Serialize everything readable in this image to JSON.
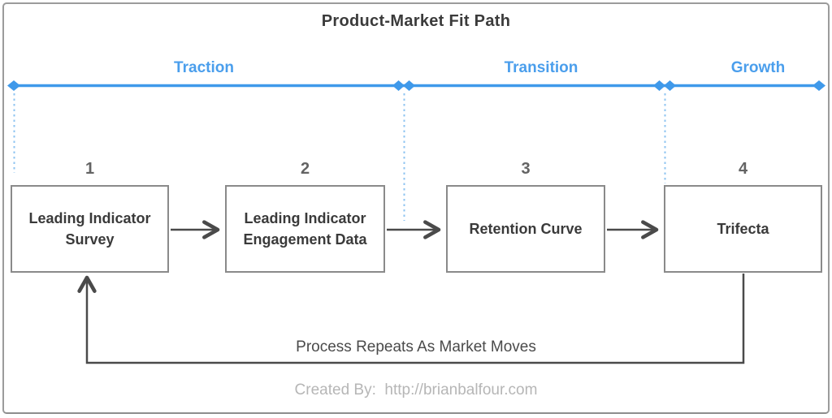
{
  "title": "Product-Market Fit Path",
  "timeline": {
    "phases": [
      {
        "label": "Traction"
      },
      {
        "label": "Transition"
      },
      {
        "label": "Growth"
      }
    ]
  },
  "steps": [
    {
      "number": "1",
      "label": "Leading Indicator\nSurvey"
    },
    {
      "number": "2",
      "label": "Leading Indicator\nEngagement Data"
    },
    {
      "number": "3",
      "label": "Retention Curve"
    },
    {
      "number": "4",
      "label": "Trifecta"
    }
  ],
  "loop_label": "Process Repeats As Market Moves",
  "footer": "Created By:  http://brianbalfour.com",
  "colors": {
    "accent_blue": "#3f99ea",
    "dotted_blue": "#8fc4f1",
    "line_dark": "#4a4a4a",
    "box_border": "#8a8a8a",
    "text_dark": "#3a3a3a",
    "muted_gray": "#b6b6b6"
  }
}
